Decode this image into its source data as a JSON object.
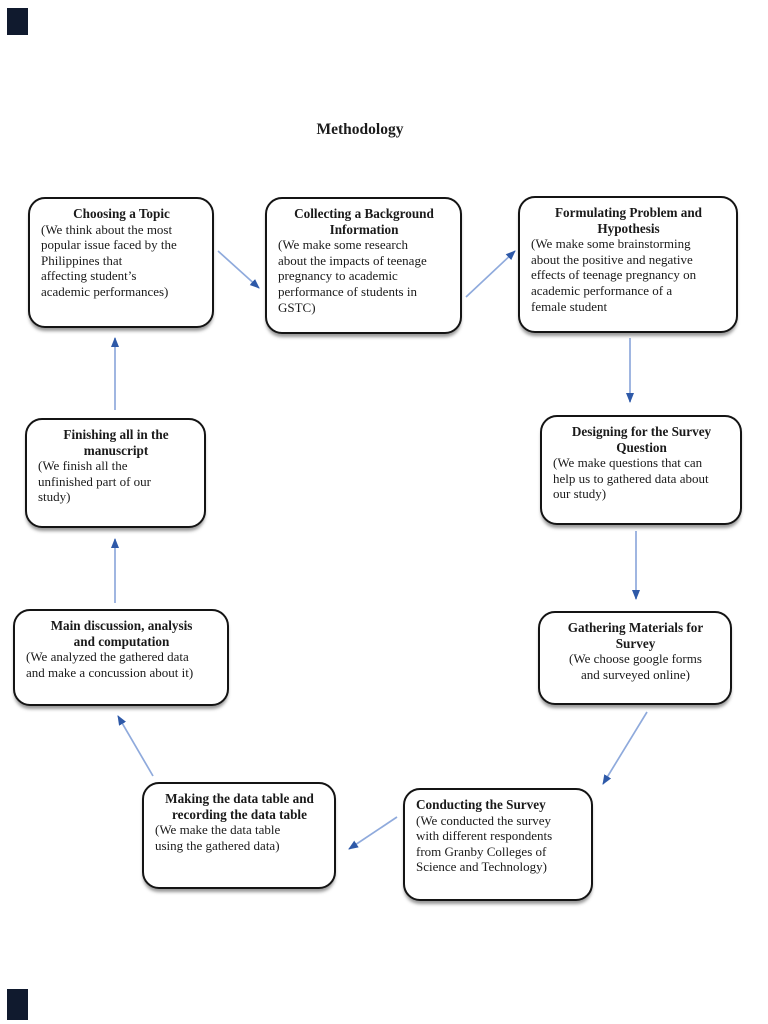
{
  "page": {
    "title": "Methodology"
  },
  "flowchart": {
    "nodes": [
      {
        "id": "choosing-topic",
        "title": "Choosing a Topic",
        "body": "(We think about the most\npopular issue faced by the\nPhilippines that\naffecting student’s\nacademic performances)"
      },
      {
        "id": "collecting-background",
        "title": "Collecting a Background\nInformation",
        "body": "(We make some research\nabout the impacts of teenage\npregnancy to academic\nperformance of students in\nGSTC)"
      },
      {
        "id": "formulating-problem",
        "title": "Formulating Problem and\nHypothesis",
        "body": "(We make some brainstorming\nabout the positive and negative\neffects of teenage pregnancy on\nacademic performance of a\nfemale student"
      },
      {
        "id": "designing-survey-question",
        "title": "Designing for the Survey\nQuestion",
        "body": "(We make questions that can\nhelp us to gathered data about\nour study)"
      },
      {
        "id": "gathering-materials",
        "title": "Gathering Materials for\nSurvey",
        "body": "(We choose google forms\nand surveyed online)"
      },
      {
        "id": "conducting-survey",
        "title": "Conducting the Survey",
        "body": " (We conducted the survey\nwith different respondents\nfrom Granby Colleges of\nScience and Technology)"
      },
      {
        "id": "making-data-table",
        "title": "Making the data table and\nrecording the data table",
        "body": "(We make the data table\nusing the gathered data)"
      },
      {
        "id": "main-discussion",
        "title": "Main discussion, analysis\nand computation",
        "body": "(We analyzed the gathered data\nand make a concussion about it)"
      },
      {
        "id": "finishing-manuscript",
        "title": "Finishing all in the\nmanuscript",
        "body": "(We finish all the\nunfinished part of our\nstudy)"
      }
    ],
    "edges": [
      {
        "from": "choosing-topic",
        "to": "collecting-background"
      },
      {
        "from": "collecting-background",
        "to": "formulating-problem"
      },
      {
        "from": "formulating-problem",
        "to": "designing-survey-question"
      },
      {
        "from": "designing-survey-question",
        "to": "gathering-materials"
      },
      {
        "from": "gathering-materials",
        "to": "conducting-survey"
      },
      {
        "from": "conducting-survey",
        "to": "making-data-table"
      },
      {
        "from": "making-data-table",
        "to": "main-discussion"
      },
      {
        "from": "main-discussion",
        "to": "finishing-manuscript"
      },
      {
        "from": "finishing-manuscript",
        "to": "choosing-topic"
      }
    ],
    "colors": {
      "arrow_line": "#8faadc",
      "arrow_head": "#2e59a8",
      "box_border": "#141414",
      "text": "#1a1a1a"
    }
  }
}
